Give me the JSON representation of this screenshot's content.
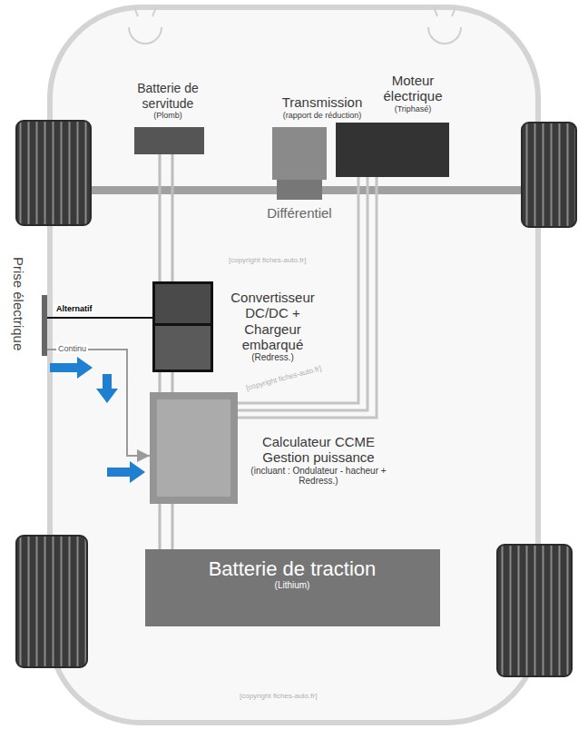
{
  "diagram": {
    "nodes": [
      {
        "text": [
          "Batterie de servitude",
          "(Plomb)"
        ]
      },
      {
        "text": [
          "Transmission",
          "(rapport de réduction)"
        ]
      },
      {
        "text": [
          "Moteur électrique",
          "(Triphasé)"
        ]
      },
      {
        "text": [
          "Différentiel"
        ]
      },
      {
        "text": [
          "Convertisseur DC/DC + Chargeur embarqué",
          "(Redress.)"
        ]
      },
      {
        "text": [
          "Calculateur CCME Gestion puissance",
          "(incluant : Ondulateur - hacheur + Redress.)"
        ]
      },
      {
        "text": [
          "Batterie de traction",
          "(Lithium)"
        ]
      },
      {
        "text": [
          "Prise électrique"
        ]
      }
    ],
    "edges": [
      {
        "from": 0,
        "to": 4,
        "arrow": "none"
      },
      {
        "from": 4,
        "to": 5,
        "arrow": "none"
      },
      {
        "from": 5,
        "to": 6,
        "arrow": "none"
      },
      {
        "from": 2,
        "to": 5,
        "arrow": "none"
      },
      {
        "from": 7,
        "to": 4,
        "label": "Alternatif",
        "arrow": "none"
      },
      {
        "from": 7,
        "to": 5,
        "label": "Continu",
        "arrow": "to"
      }
    ],
    "labels": [
      "[copyright fiches-auto.fr]",
      "[copyright fiches-auto.fr]",
      "[copyright fiches-auto.fr]"
    ]
  }
}
